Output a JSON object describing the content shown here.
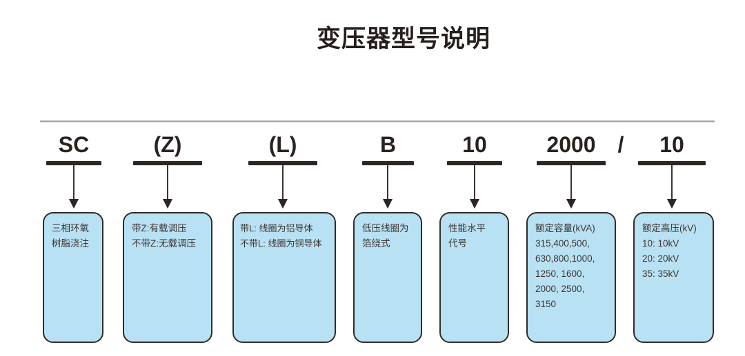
{
  "title": "变压器型号说明",
  "separator": "/",
  "colors": {
    "box_fill": "#b9e1f4",
    "box_border": "#312b27",
    "code_text": "#29221f",
    "desc_text": "#3b3530",
    "rule_line": "#a8a5a3",
    "background": "#ffffff"
  },
  "segments": [
    {
      "code": "SC",
      "desc": "三相环氧\n树脂浇注"
    },
    {
      "code": "(Z)",
      "desc": "带Z:有载调压\n不带Z:无载调压"
    },
    {
      "code": "(L)",
      "desc": "带L: 线圈为铝导体\n不带L: 线圈为铜导体"
    },
    {
      "code": "B",
      "desc": "低压线圈为\n箔绕式"
    },
    {
      "code": "10",
      "desc": "性能水平\n代号"
    },
    {
      "code": "2000",
      "desc": "额定容量(kVA)\n315,400,500,\n630,800,1000,\n1250, 1600,\n2000, 2500,\n3150"
    },
    {
      "code": "10",
      "desc": "额定高压(kV)\n10: 10kV\n20: 20kV\n35: 35kV"
    }
  ]
}
